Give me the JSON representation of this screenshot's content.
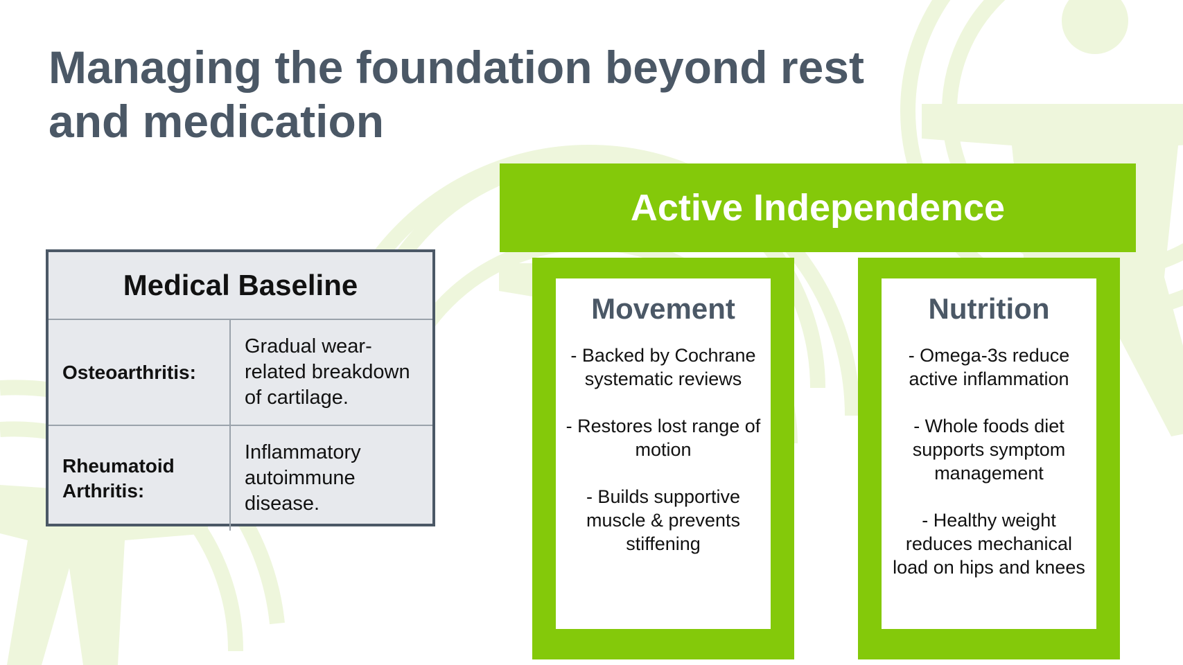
{
  "slide": {
    "title": "Managing the foundation beyond rest and medication"
  },
  "baseline": {
    "header": "Medical Baseline",
    "rows": [
      {
        "term": "Osteoarthritis:",
        "description": "Gradual wear-related breakdown of cartilage."
      },
      {
        "term": "Rheumatoid Arthritis:",
        "description": "Inflammatory autoimmune disease."
      }
    ]
  },
  "active": {
    "banner": "Active Independence",
    "movement": {
      "title": "Movement",
      "items": [
        "- Backed by Cochrane systematic reviews",
        "- Restores lost range of motion",
        "- Builds supportive muscle & prevents stiffening"
      ]
    },
    "nutrition": {
      "title": "Nutrition",
      "items": [
        "- Omega-3s reduce active inflammation",
        "- Whole foods diet supports symptom management",
        "- Healthy weight reduces mechanical load on hips and knees"
      ]
    }
  },
  "colors": {
    "accent_green": "#84c90a",
    "title_slate": "#4b5866",
    "table_fill": "#e7e9ed",
    "background_motif": "#eef6dc"
  },
  "icons": [
    "human-figure-icon",
    "concentric-ring-motif"
  ]
}
